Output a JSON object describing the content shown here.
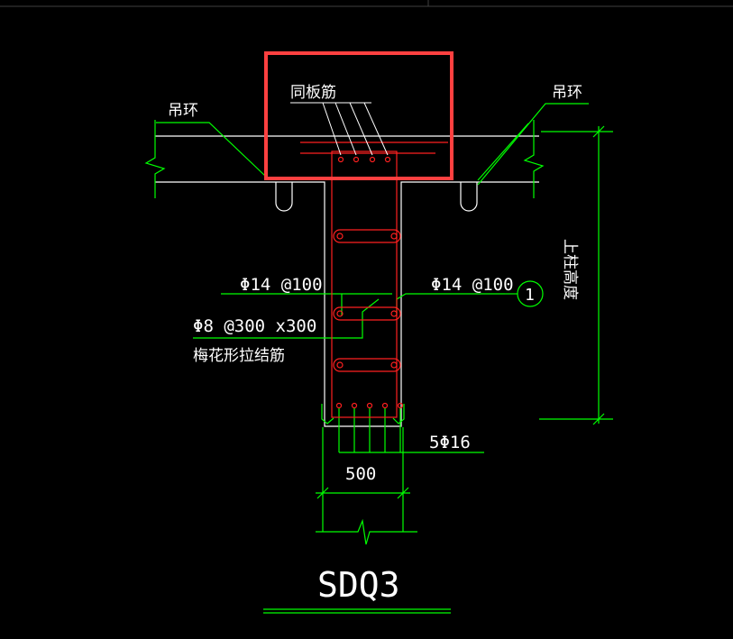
{
  "drawing": {
    "title": "SDQ3",
    "labels": {
      "tongbanjin": "同板筋",
      "diaohuan_left": "吊环",
      "diaohuan_right": "吊环",
      "rebar_left": "Φ14 @100",
      "rebar_right": "Φ14 @100",
      "tie_spec": "Φ8 @300 x300",
      "tie_desc": "梅花形拉结筋",
      "bottom_bars": "5Φ16",
      "width_dim": "500",
      "height_dim": "上柱高度",
      "callout": "1"
    }
  },
  "colors": {
    "background": "#000000",
    "structure": "#ffffff",
    "dimension": "#00ff00",
    "rebar": "#ff2020",
    "highlight": "#ff4040"
  }
}
